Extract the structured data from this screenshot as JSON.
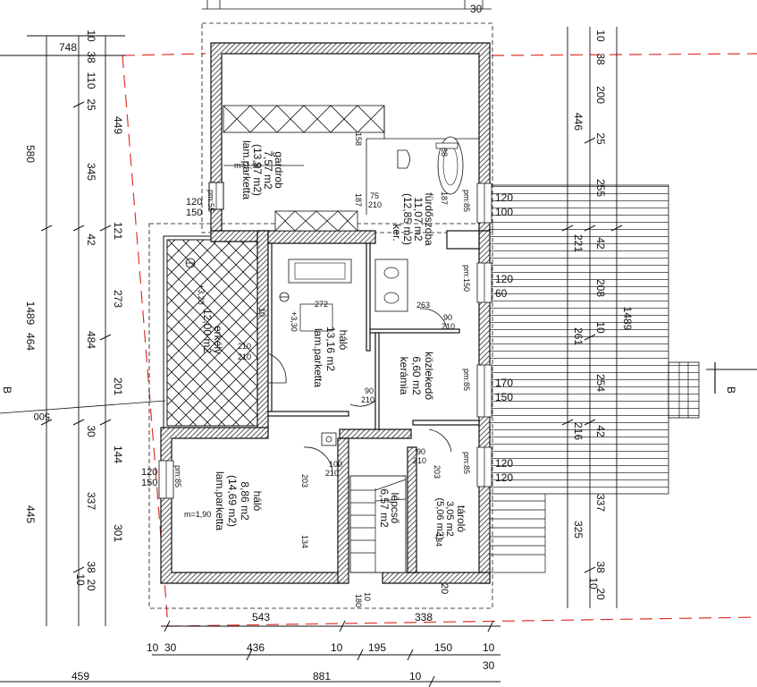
{
  "rooms": {
    "gardrob": {
      "name": "gardrob",
      "area": "7,57 m2",
      "area_gross": "(13,97 m2)",
      "floor": "lam.parketta"
    },
    "furdo": {
      "name": "fürdőszoba",
      "area": "11,07 m2",
      "area_gross": "(12,85 m2)",
      "floor": "ker."
    },
    "halo_top": {
      "name": "háló",
      "area": "13,16 m2",
      "floor": "lam.parketta"
    },
    "kozlekedo": {
      "name": "közlekedő",
      "area": "6,60 m2",
      "floor": "kerámia"
    },
    "erkely": {
      "name": "erkély",
      "area": "12,00 m2"
    },
    "halo_bottom": {
      "name": "háló",
      "area": "8,86 m2",
      "area_gross": "(14,69 m2)",
      "floor": "lam.parketta"
    },
    "lepcso": {
      "name": "lépcső",
      "area": "6,57 m2"
    },
    "tarolo": {
      "name": "tároló",
      "area": "3,05 m2",
      "area_gross": "(5,06 m2)"
    }
  },
  "annotations": {
    "m190_a": "m=1,90",
    "m190_b": "m=1,90",
    "level_top": "+3,28",
    "level_halo": "+3,30",
    "section_left": "B",
    "section_right": "B",
    "pm55": "pm:55",
    "pm85_a": "pm:85",
    "pm150": "pm:150",
    "pm85_b": "pm:85",
    "pm85_c": "pm:85",
    "pm85_d": "pm:85",
    "d158": "158",
    "d187a": "187",
    "d187b": "187",
    "d88": "88",
    "d75": "75",
    "d210a": "210",
    "d272": "272",
    "d263": "263",
    "d90a": "90",
    "d210b": "210",
    "d210c": "210",
    "d210d": "210",
    "d90b": "90",
    "d210e": "210",
    "d90c": "90",
    "d210f": "210",
    "d100": "100",
    "d210g": "210",
    "d203a": "203",
    "d203b": "203",
    "d134a": "134",
    "d134b": "134",
    "d180": "180",
    "d20": "20",
    "d10a": "10",
    "d10b": "10",
    "d500": "500"
  },
  "windows_left": {
    "w1a": "120",
    "w1b": "150",
    "w2a": "120",
    "w2b": "150"
  },
  "windows_right": {
    "w1a": "120",
    "w1b": "100",
    "w2a": "120",
    "w2b": "60",
    "w3a": "170",
    "w3b": "150",
    "w4a": "120",
    "w4b": "120"
  },
  "dims_left_outer": [
    "580",
    "1489",
    "464",
    "445",
    "459"
  ],
  "dims_left_inner": {
    "a": "748",
    "b": "10",
    "c": "38",
    "d": "110",
    "e": "25",
    "f": "345",
    "g": "449",
    "h": "121",
    "i": "42",
    "j": "273",
    "k": "484",
    "l": "201",
    "m": "30",
    "n": "144",
    "o": "337",
    "p": "301",
    "q": "38",
    "r": "20",
    "s": "10"
  },
  "dims_right": {
    "a": "10",
    "b": "38",
    "c": "200",
    "d": "446",
    "e": "25",
    "f": "255",
    "g": "221",
    "h": "42",
    "i": "208",
    "j": "10",
    "k": "1489",
    "l": "261",
    "m": "254",
    "n": "216",
    "o": "42",
    "p": "337",
    "q": "325",
    "r": "38",
    "s": "10",
    "t": "20"
  },
  "dims_bottom": {
    "a": "543",
    "b": "338",
    "c": "10",
    "d": "30",
    "e": "436",
    "f": "10",
    "g": "195",
    "h": "150",
    "i": "10",
    "j": "30",
    "k": "881",
    "l": "10",
    "m": "30"
  }
}
